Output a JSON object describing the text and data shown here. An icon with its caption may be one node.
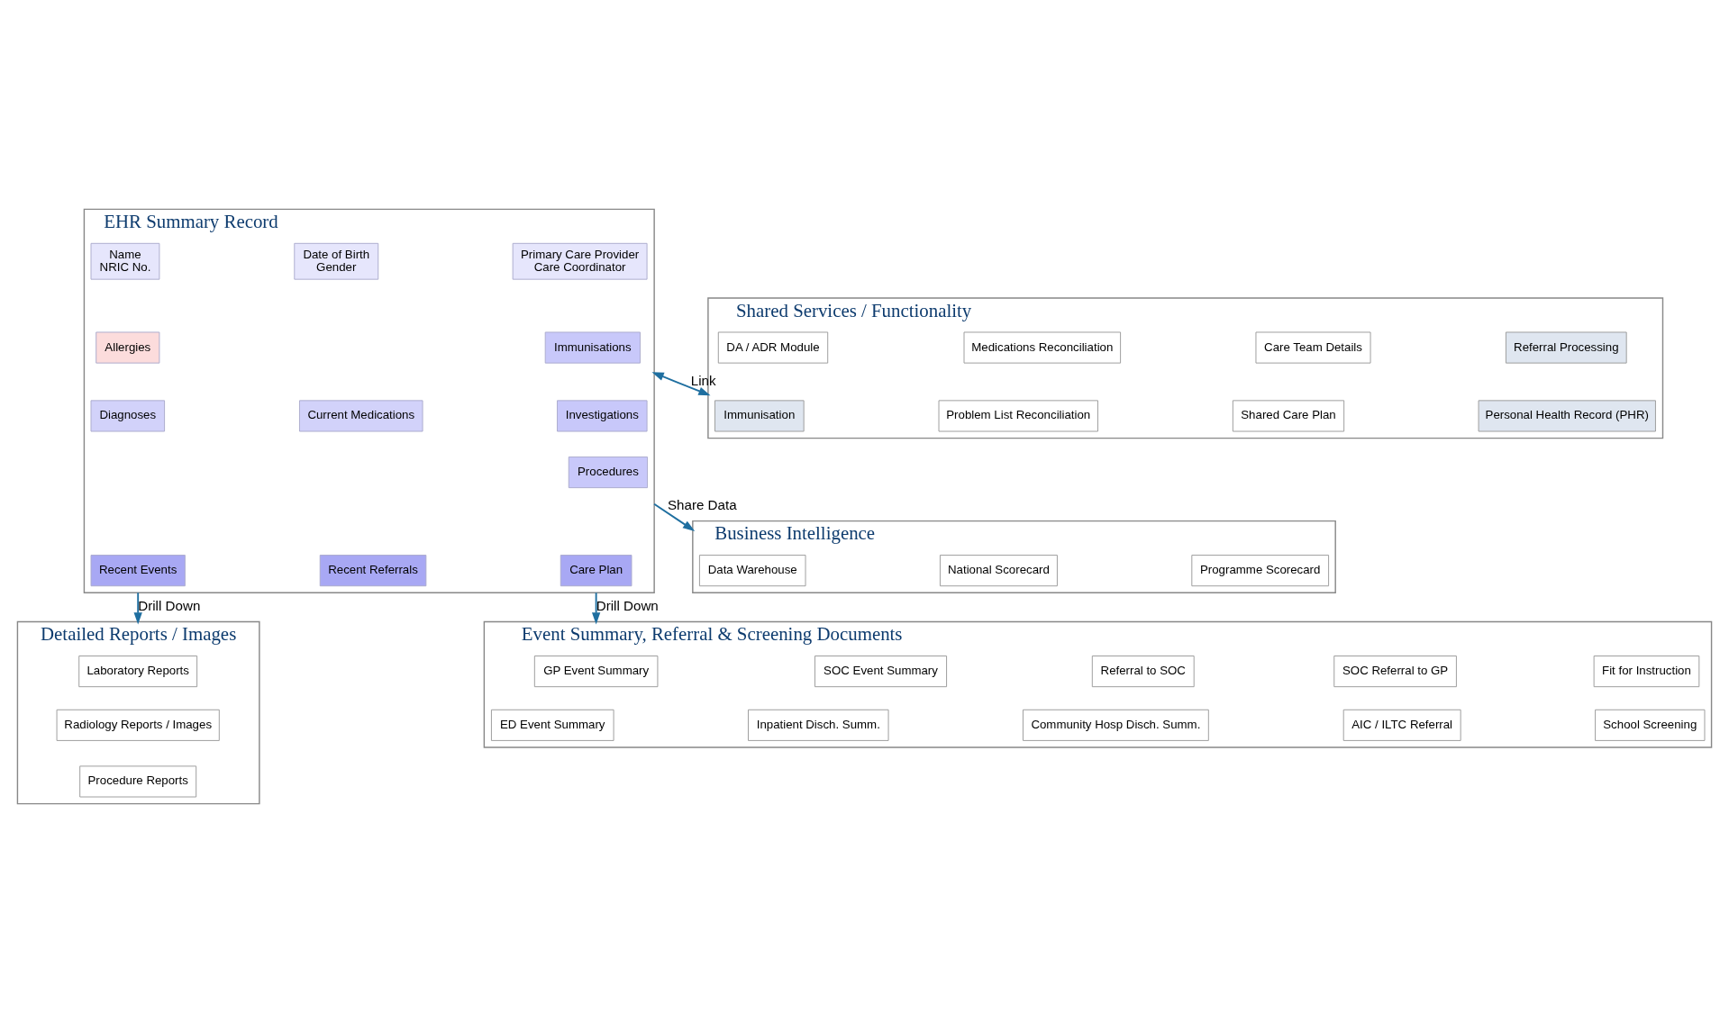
{
  "diagram": {
    "nodes": [
      {
        "text": [
          "EHR Summary Record"
        ]
      },
      {
        "text": [
          "Name",
          "NRIC No."
        ],
        "in": 0
      },
      {
        "text": [
          "Date of Birth",
          "Gender"
        ],
        "in": 0
      },
      {
        "text": [
          "Primary Care Provider",
          "Care Coordinator"
        ],
        "in": 0
      },
      {
        "text": [
          "Allergies"
        ],
        "in": 0
      },
      {
        "text": [
          "Immunisations"
        ],
        "in": 0
      },
      {
        "text": [
          "Diagnoses"
        ],
        "in": 0
      },
      {
        "text": [
          "Current Medications"
        ],
        "in": 0
      },
      {
        "text": [
          "Investigations"
        ],
        "in": 0
      },
      {
        "text": [
          "Procedures"
        ],
        "in": 0
      },
      {
        "text": [
          "Recent Events"
        ],
        "in": 0
      },
      {
        "text": [
          "Recent Referrals"
        ],
        "in": 0
      },
      {
        "text": [
          "Care Plan"
        ],
        "in": 0
      },
      {
        "text": [
          "Shared Services / Functionality"
        ]
      },
      {
        "text": [
          "DA / ADR Module"
        ],
        "in": 13
      },
      {
        "text": [
          "Medications Reconciliation"
        ],
        "in": 13
      },
      {
        "text": [
          "Care Team Details"
        ],
        "in": 13
      },
      {
        "text": [
          "Referral Processing"
        ],
        "in": 13
      },
      {
        "text": [
          "Immunisation"
        ],
        "in": 13
      },
      {
        "text": [
          "Problem List Reconciliation"
        ],
        "in": 13
      },
      {
        "text": [
          "Shared Care Plan"
        ],
        "in": 13
      },
      {
        "text": [
          "Personal Health Record (PHR)"
        ],
        "in": 13
      },
      {
        "text": [
          "Business Intelligence"
        ]
      },
      {
        "text": [
          "Data Warehouse"
        ],
        "in": 22
      },
      {
        "text": [
          "National Scorecard"
        ],
        "in": 22
      },
      {
        "text": [
          "Programme Scorecard"
        ],
        "in": 22
      },
      {
        "text": [
          "Detailed Reports / Images"
        ]
      },
      {
        "text": [
          "Laboratory Reports"
        ],
        "in": 26
      },
      {
        "text": [
          "Radiology Reports / Images"
        ],
        "in": 26
      },
      {
        "text": [
          "Procedure Reports"
        ],
        "in": 26
      },
      {
        "text": [
          "Event Summary, Referral & Screening Documents"
        ]
      },
      {
        "text": [
          "GP Event Summary"
        ],
        "in": 30
      },
      {
        "text": [
          "SOC Event Summary"
        ],
        "in": 30
      },
      {
        "text": [
          "Referral to SOC"
        ],
        "in": 30
      },
      {
        "text": [
          "SOC Referral to GP"
        ],
        "in": 30
      },
      {
        "text": [
          "Fit for Instruction"
        ],
        "in": 30
      },
      {
        "text": [
          "ED Event Summary"
        ],
        "in": 30
      },
      {
        "text": [
          "Inpatient Disch. Summ."
        ],
        "in": 30
      },
      {
        "text": [
          "Community Hosp Disch. Summ."
        ],
        "in": 30
      },
      {
        "text": [
          "AIC / ILTC Referral"
        ],
        "in": 30
      },
      {
        "text": [
          "School Screening"
        ],
        "in": 30
      }
    ],
    "edges": [
      {
        "from": 0,
        "to": 13,
        "arrow": "both",
        "label": "Link"
      },
      {
        "from": 0,
        "to": 22,
        "arrow": "to",
        "label": "Share Data"
      },
      {
        "from": 0,
        "to": 26,
        "arrow": "to",
        "label": "Drill Down"
      },
      {
        "from": 0,
        "to": 30,
        "arrow": "to",
        "label": "Drill Down"
      }
    ]
  }
}
